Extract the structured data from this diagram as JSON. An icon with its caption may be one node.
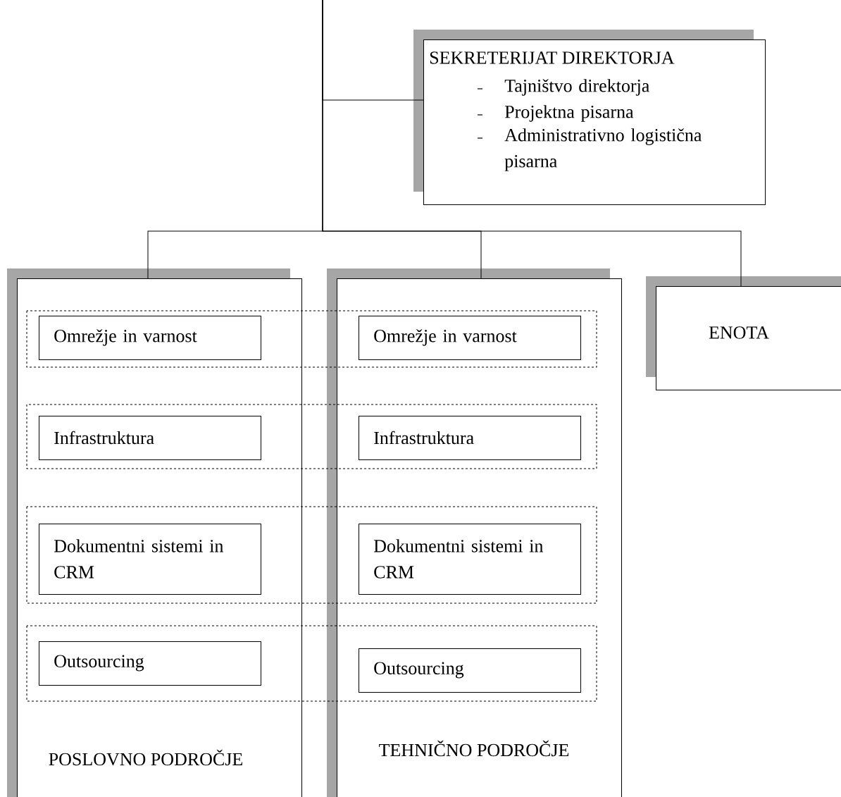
{
  "diagram": {
    "nodes": [
      {
        "text": [
          "SEKRETERIJAT DIREKTORJA",
          "Tajništvo direktorja",
          "Projektna pisarna",
          "Administrativno logistična pisarna"
        ]
      },
      {
        "text": [
          "POSLOVNO PODROČJE"
        ]
      },
      {
        "text": [
          "Omrežje in varnost"
        ],
        "in": 1
      },
      {
        "text": [
          "Infrastruktura"
        ],
        "in": 1
      },
      {
        "text": [
          "Dokumentni sistemi in CRM"
        ],
        "in": 1
      },
      {
        "text": [
          "Outsourcing"
        ],
        "in": 1
      },
      {
        "text": [
          "TEHNIČNO PODROČJE"
        ]
      },
      {
        "text": [
          "Omrežje in varnost"
        ],
        "in": 6
      },
      {
        "text": [
          "Infrastruktura"
        ],
        "in": 6
      },
      {
        "text": [
          "Dokumentni sistemi in CRM"
        ],
        "in": 6
      },
      {
        "text": [
          "Outsourcing"
        ],
        "in": 6
      },
      {
        "text": [
          "ENOTA"
        ]
      }
    ],
    "edges": [
      {
        "from": null,
        "to": 0,
        "arrow": "none"
      },
      {
        "from": null,
        "to": 1,
        "arrow": "none"
      },
      {
        "from": null,
        "to": 6,
        "arrow": "none"
      },
      {
        "from": null,
        "to": 11,
        "arrow": "none"
      }
    ]
  }
}
